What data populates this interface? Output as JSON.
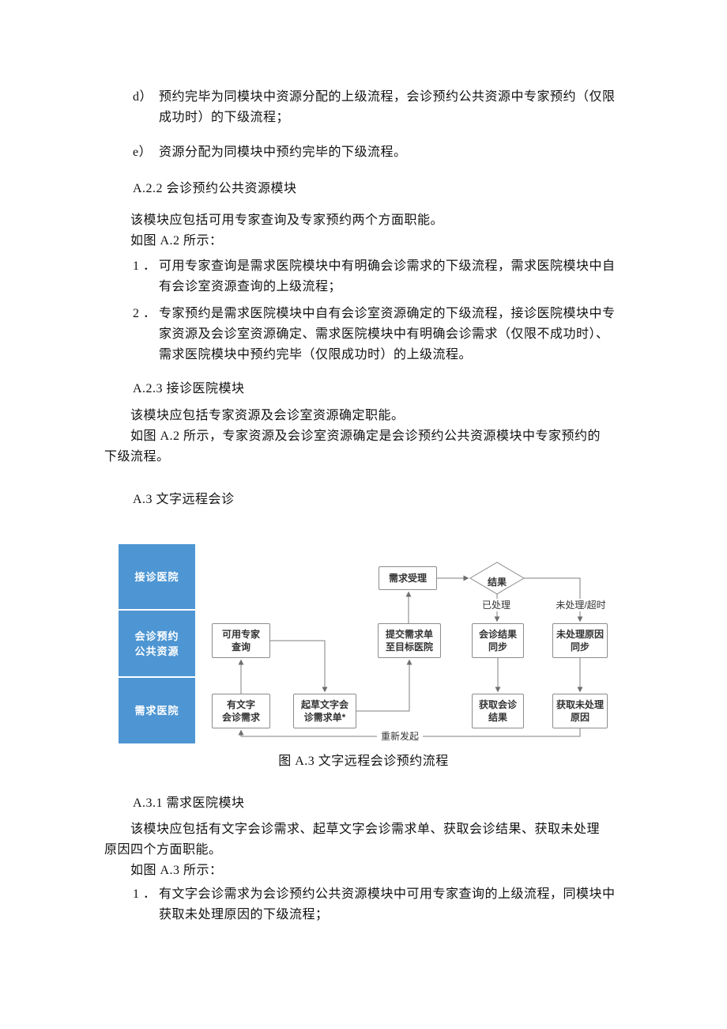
{
  "doc": {
    "item_d": {
      "marker": "d）",
      "text": "预约完毕为同模块中资源分配的上级流程，会诊预约公共资源中专家预约（仅限\n成功时）的下级流程；"
    },
    "item_e": {
      "marker": "e）",
      "text": "资源分配为同模块中预约完毕的下级流程。"
    },
    "sec_a22": {
      "heading": "A.2.2 会诊预约公共资源模块",
      "p1": "该模块应包括可用专家查询及专家预约两个方面职能。",
      "p2": "如图 A.2 所示：",
      "item1": {
        "marker": "1 ．",
        "text": "可用专家查询是需求医院模块中有明确会诊需求的下级流程，需求医院模块中自\n有会诊室资源查询的上级流程；"
      },
      "item2": {
        "marker": "2 ．",
        "text": "专家预约是需求医院模块中自有会诊室资源确定的下级流程，接诊医院模块中专\n家资源及会诊室资源确定、需求医院模块中有明确会诊需求（仅限不成功时）、\n需求医院模块中预约完毕（仅限成功时）的上级流程。"
      }
    },
    "sec_a23": {
      "heading": "A.2.3 接诊医院模块",
      "p1": "该模块应包括专家资源及会诊室资源确定职能。",
      "p2": "如图 A.2 所示，专家资源及会诊室资源确定是会诊预约公共资源模块中专家预约的\n下级流程。"
    },
    "sec_a3": {
      "heading": "A.3 文字远程会诊"
    },
    "figure": {
      "caption": "图 A.3 文字远程会诊预约流程",
      "lane_color": "#4e96d3",
      "lanes": [
        {
          "label": "接诊医院"
        },
        {
          "label": "会诊预约\n公共资源"
        },
        {
          "label": "需求医院"
        }
      ],
      "nodes": {
        "accept": "需求受理",
        "result": "结果",
        "expert_query": "可用专家\n查询",
        "submit": "提交需求单\n至目标医院",
        "result_sync": "会诊结果\n同步",
        "reason_sync": "未处理原因\n同步",
        "need": "有文字\n会诊需求",
        "draft": "起草文字会\n诊需求单*",
        "get_result": "获取会诊\n结果",
        "get_reason": "获取未处理\n原因"
      },
      "edge_labels": {
        "done": "已处理",
        "undone": "未处理/超时",
        "restart": "重新发起"
      }
    },
    "sec_a31": {
      "heading": "A.3.1 需求医院模块",
      "p1": "该模块应包括有文字会诊需求、起草文字会诊需求单、获取会诊结果、获取未处理\n原因四个方面职能。",
      "p2": "如图 A.3 所示：",
      "item1": {
        "marker": "1 ．",
        "text": "有文字会诊需求为会诊预约公共资源模块中可用专家查询的上级流程，同模块中\n获取未处理原因的下级流程；"
      }
    }
  }
}
